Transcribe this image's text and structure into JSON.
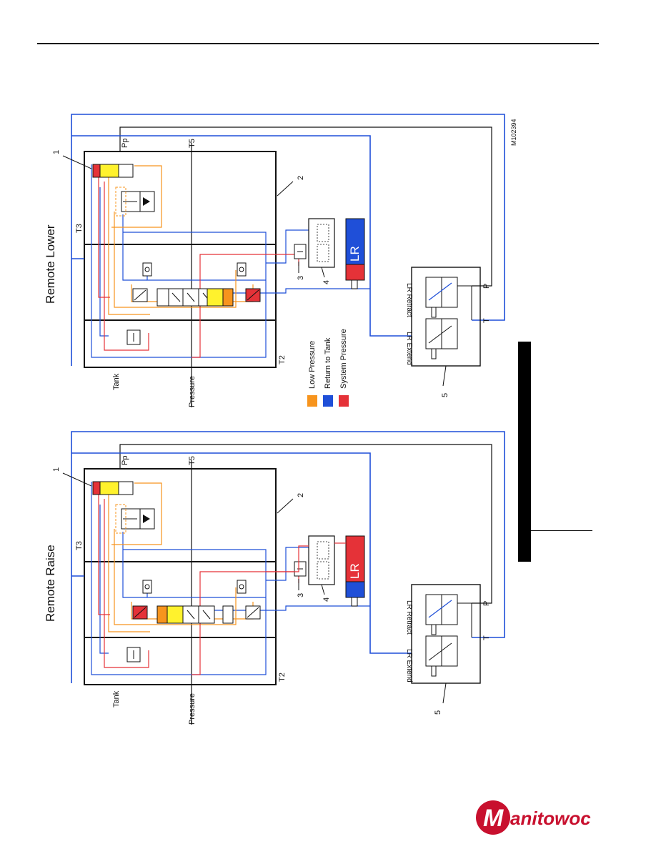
{
  "figure_id": "M102394",
  "panel_titles": {
    "lower": "Remote Lower",
    "raise": "Remote Raise"
  },
  "port_labels": {
    "pp": "Pp",
    "t5": "T5",
    "t3": "T3",
    "t2": "T2",
    "tank": "Tank",
    "pressure": "Pressure"
  },
  "callouts": [
    "1",
    "2",
    "3",
    "4",
    "5"
  ],
  "cylinder_label": "LR",
  "remote_panel": {
    "extend": "LR Extend",
    "retract": "LR Retract",
    "p": "P",
    "t": "T"
  },
  "legend": [
    {
      "label": "Low Pressure",
      "color": "#f7941d"
    },
    {
      "label": "Return to Tank",
      "color": "#1f4fd8"
    },
    {
      "label": "System Pressure",
      "color": "#e53238"
    }
  ],
  "colors": {
    "low": "#f7941d",
    "return": "#1f4fd8",
    "system": "#e53238",
    "solenoid": "#fff22d",
    "line": "#111111"
  },
  "brand": {
    "name": "Manitowoc",
    "color": "#c8102e"
  }
}
